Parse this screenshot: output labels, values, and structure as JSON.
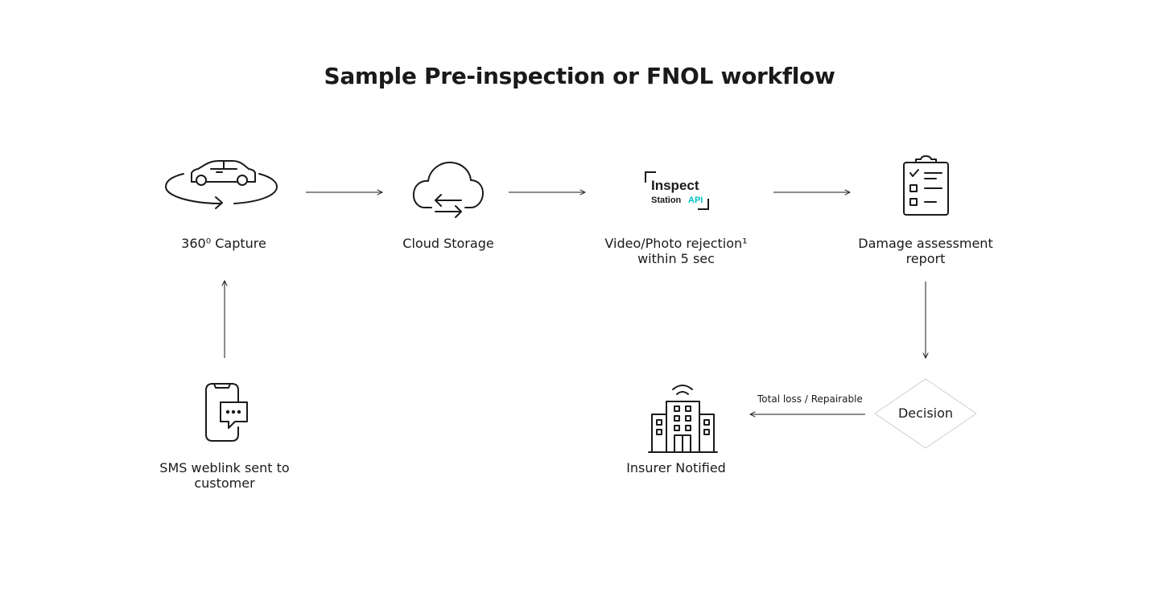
{
  "title": "Sample Pre-inspection or FNOL workflow",
  "nodes": {
    "capture": {
      "label": "360⁰ Capture",
      "icon": "car-360-icon"
    },
    "cloud": {
      "label": "Cloud Storage",
      "icon": "cloud-sync-icon"
    },
    "inspect": {
      "label_line1": "Video/Photo rejection¹",
      "label_line2": "within 5 sec",
      "logo_word1": "Inspect",
      "logo_word2": "Station",
      "logo_word3": "API",
      "icon": "inspect-station-logo"
    },
    "report": {
      "label_line1": "Damage assessment",
      "label_line2": "report",
      "icon": "clipboard-checklist-icon"
    },
    "decision": {
      "label": "Decision",
      "icon": "diamond-shape"
    },
    "insurer": {
      "label": "Insurer Notified",
      "icon": "building-signal-icon"
    },
    "sms": {
      "label_line1": "SMS weblink sent to",
      "label_line2": "customer",
      "icon": "phone-message-icon"
    }
  },
  "edges": {
    "decision_to_insurer_label": "Total loss / Repairable"
  },
  "colors": {
    "stroke": "#1a1a1a",
    "accent": "#00c2c7",
    "diamond": "#cfcfcf"
  }
}
